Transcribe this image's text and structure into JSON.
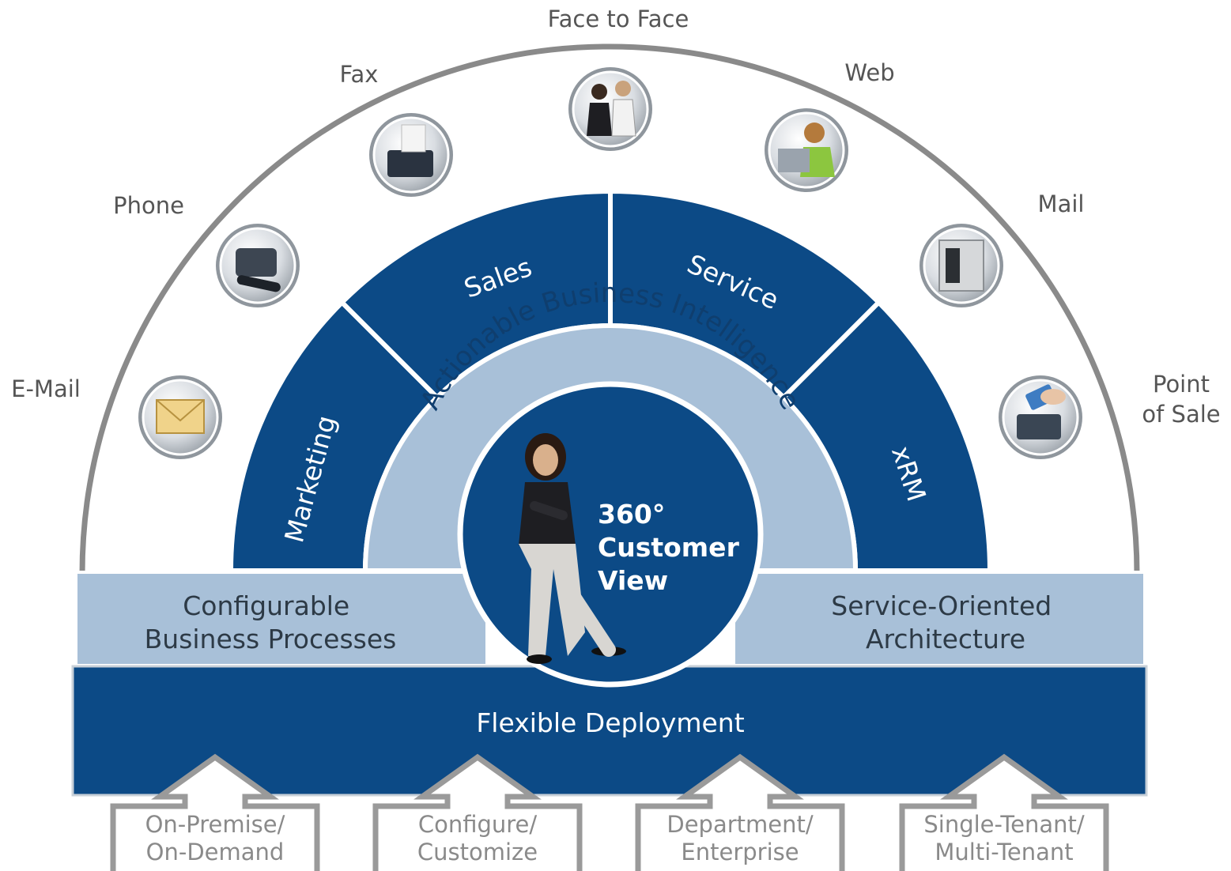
{
  "colors": {
    "navy": "#0c4a86",
    "light_blue": "#a8c0d8",
    "outer_arc": "#8a8a8a",
    "label_gray": "#555555",
    "option_gray": "#8a8a8a"
  },
  "channels": [
    {
      "label_lines": [
        "E-Mail"
      ],
      "icon": "envelope-icon"
    },
    {
      "label_lines": [
        "Phone"
      ],
      "icon": "phone-icon"
    },
    {
      "label_lines": [
        "Fax"
      ],
      "icon": "fax-icon"
    },
    {
      "label_lines": [
        "Face to Face"
      ],
      "icon": "meeting-icon"
    },
    {
      "label_lines": [
        "Web"
      ],
      "icon": "laptop-user-icon"
    },
    {
      "label_lines": [
        "Mail"
      ],
      "icon": "mailbox-icon"
    },
    {
      "label_lines": [
        "Point",
        "of Sale"
      ],
      "icon": "card-terminal-icon"
    }
  ],
  "segments": [
    "Marketing",
    "Sales",
    "Service",
    "xRM"
  ],
  "intelligence_label": "Actionable Business Intelligence",
  "center": {
    "lines": [
      "360°",
      "Customer",
      "View"
    ],
    "icon": "customer-person-icon"
  },
  "side_left": {
    "lines": [
      "Configurable",
      "Business Processes"
    ]
  },
  "side_right": {
    "lines": [
      "Service-Oriented",
      "Architecture"
    ]
  },
  "deployment": "Flexible Deployment",
  "options": [
    {
      "lines": [
        "On-Premise/",
        "On-Demand"
      ]
    },
    {
      "lines": [
        "Configure/",
        "Customize"
      ]
    },
    {
      "lines": [
        "Department/",
        "Enterprise"
      ]
    },
    {
      "lines": [
        "Single-Tenant/",
        "Multi-Tenant"
      ]
    }
  ]
}
